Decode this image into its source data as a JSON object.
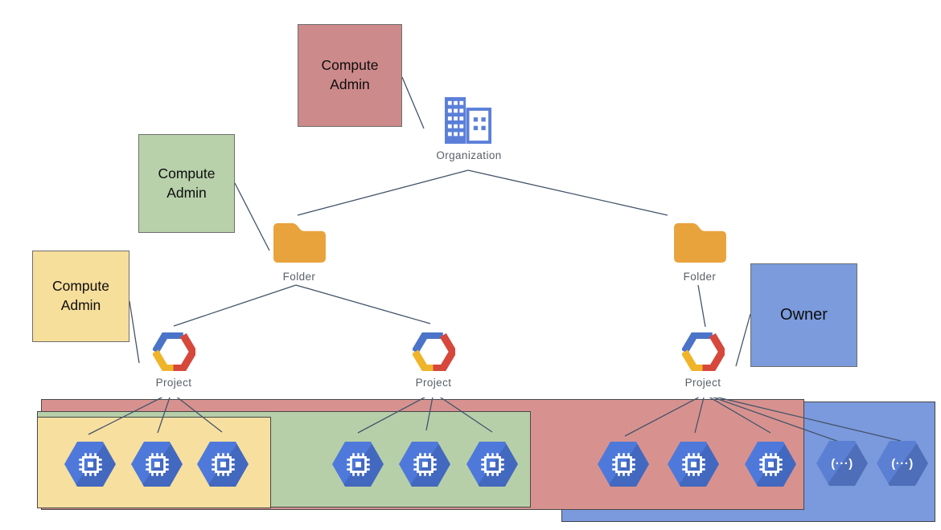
{
  "organization": {
    "label": "Organization"
  },
  "folders": {
    "left": {
      "label": "Folder"
    },
    "right": {
      "label": "Folder"
    }
  },
  "projects": {
    "left": {
      "label": "Project"
    },
    "middle": {
      "label": "Project"
    },
    "right": {
      "label": "Project"
    }
  },
  "roles": {
    "org_admin": {
      "label": "Compute Admin",
      "attached_to": "Organization"
    },
    "folder_admin": {
      "label": "Compute Admin",
      "attached_to": "Folder"
    },
    "project_admin": {
      "label": "Compute Admin",
      "attached_to": "Project"
    },
    "owner": {
      "label": "Owner",
      "attached_to": "Project"
    }
  },
  "instances": {
    "compute_per_project": [
      3,
      3,
      3
    ],
    "function_nodes": 2,
    "compute_icon": "compute-engine-chip-icon",
    "function_icon": "code-parentheses-icon",
    "function_glyph": "(···)"
  },
  "colors": {
    "role_org": "#cd8a8b",
    "role_folder": "#b8d1ab",
    "role_project": "#f6de9b",
    "role_owner": "#7b9bdc",
    "region_red": "#d7928f",
    "region_green": "#b7cfa9",
    "region_yellow": "#f7e09f",
    "region_blue": "#7b99dd",
    "hex_compute": "#4e79da",
    "hex_functions": "#5b80d3",
    "icon_org_blue": "#5b7fd9",
    "icon_folder_orange": "#e8a33d",
    "project_blue": "#4b74c9",
    "project_red": "#d6473c",
    "project_yellow": "#efb42a",
    "connector": "#44546a",
    "label_text": "#5a6067"
  }
}
